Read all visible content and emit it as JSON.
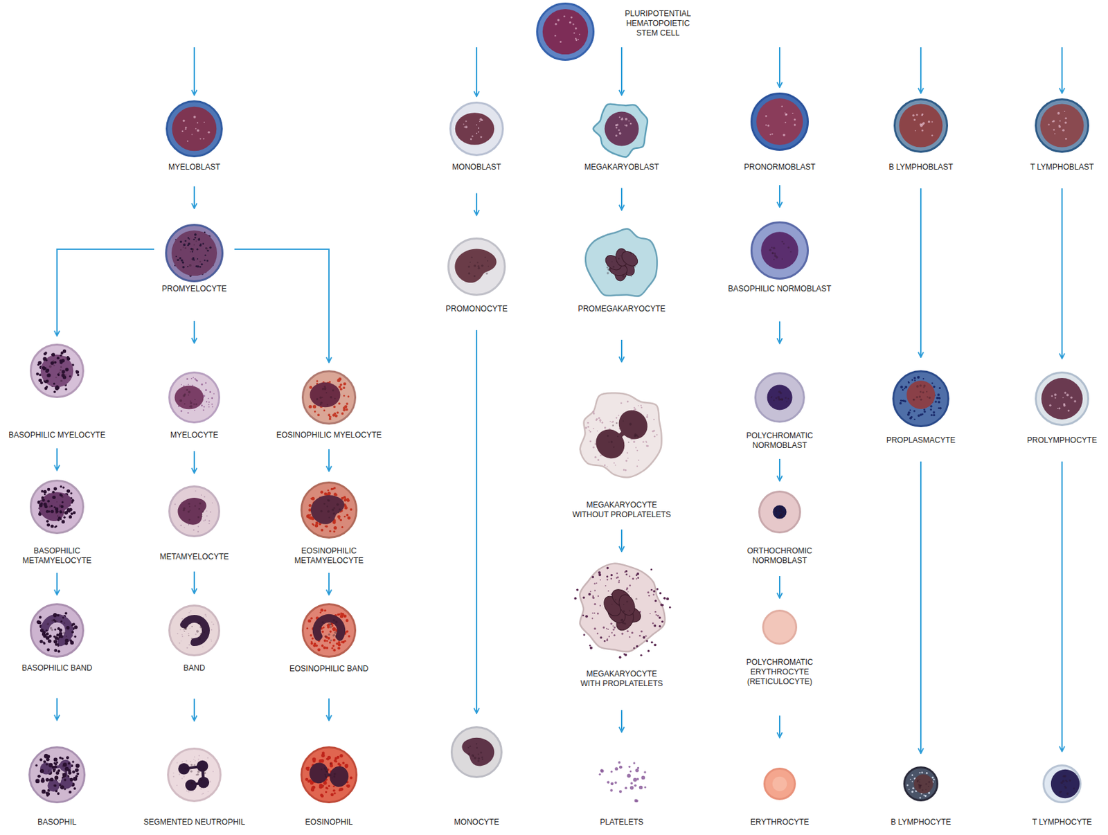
{
  "diagram": {
    "nodes": [
      {
        "text": [
          "PLURIPOTENTIAL HEMATOPOIETIC STEM CELL"
        ]
      },
      {
        "text": [
          "MYELOBLAST"
        ]
      },
      {
        "text": [
          "MONOBLAST"
        ]
      },
      {
        "text": [
          "MEGAKARYOBLAST"
        ]
      },
      {
        "text": [
          "PRONORMOBLAST"
        ]
      },
      {
        "text": [
          "B LYMPHOBLAST"
        ]
      },
      {
        "text": [
          "T LYMPHOBLAST"
        ]
      },
      {
        "text": [
          "PROMYELOCYTE"
        ]
      },
      {
        "text": [
          "PROMONOCYTE"
        ]
      },
      {
        "text": [
          "PROMEGAKARYOCYTE"
        ]
      },
      {
        "text": [
          "BASOPHILIC NORMOBLAST"
        ]
      },
      {
        "text": [
          "BASOPHILIC MYELOCYTE"
        ]
      },
      {
        "text": [
          "MYELOCYTE"
        ]
      },
      {
        "text": [
          "EOSINOPHILIC MYELOCYTE"
        ]
      },
      {
        "text": [
          "MEGAKARYOCYTE WITHOUT PROPLATELETS"
        ]
      },
      {
        "text": [
          "POLYCHROMATIC NORMOBLAST"
        ]
      },
      {
        "text": [
          "PROPLASMACYTE"
        ]
      },
      {
        "text": [
          "PROLYMPHOCYTE"
        ]
      },
      {
        "text": [
          "BASOPHILIC METAMYELOCYTE"
        ]
      },
      {
        "text": [
          "METAMYELOCYTE"
        ]
      },
      {
        "text": [
          "EOSINOPHILIC METAMYELOCYTE"
        ]
      },
      {
        "text": [
          "ORTHOCHROMIC NORMOBLAST"
        ]
      },
      {
        "text": [
          "BASOPHILIC BAND"
        ]
      },
      {
        "text": [
          "BAND"
        ]
      },
      {
        "text": [
          "EOSINOPHILIC BAND"
        ]
      },
      {
        "text": [
          "MEGAKARYOCYTE WITH PROPLATELETS"
        ]
      },
      {
        "text": [
          "POLYCHROMATIC ERYTHROCYTE (RETICULOCYTE)"
        ]
      },
      {
        "text": [
          "BASOPHIL"
        ]
      },
      {
        "text": [
          "SEGMENTED NEUTROPHIL"
        ]
      },
      {
        "text": [
          "EOSINOPHIL"
        ]
      },
      {
        "text": [
          "MONOCYTE"
        ]
      },
      {
        "text": [
          "PLATELETS"
        ]
      },
      {
        "text": [
          "ERYTHROCYTE"
        ]
      },
      {
        "text": [
          "B LYMPHOCYTE"
        ]
      },
      {
        "text": [
          "T LYMPHOCYTE"
        ]
      }
    ],
    "edges": [
      {
        "from": 0,
        "to": 1,
        "arrow": "to"
      },
      {
        "from": 0,
        "to": 2,
        "arrow": "to"
      },
      {
        "from": 0,
        "to": 3,
        "arrow": "to"
      },
      {
        "from": 0,
        "to": 4,
        "arrow": "to"
      },
      {
        "from": 0,
        "to": 5,
        "arrow": "to"
      },
      {
        "from": 0,
        "to": 6,
        "arrow": "to"
      },
      {
        "from": 1,
        "to": 7,
        "arrow": "to"
      },
      {
        "from": 7,
        "to": 11,
        "arrow": "to"
      },
      {
        "from": 7,
        "to": 12,
        "arrow": "to"
      },
      {
        "from": 7,
        "to": 13,
        "arrow": "to"
      },
      {
        "from": 11,
        "to": 18,
        "arrow": "to"
      },
      {
        "from": 18,
        "to": 22,
        "arrow": "to"
      },
      {
        "from": 22,
        "to": 27,
        "arrow": "to"
      },
      {
        "from": 12,
        "to": 19,
        "arrow": "to"
      },
      {
        "from": 19,
        "to": 23,
        "arrow": "to"
      },
      {
        "from": 23,
        "to": 28,
        "arrow": "to"
      },
      {
        "from": 13,
        "to": 20,
        "arrow": "to"
      },
      {
        "from": 20,
        "to": 24,
        "arrow": "to"
      },
      {
        "from": 24,
        "to": 29,
        "arrow": "to"
      },
      {
        "from": 2,
        "to": 8,
        "arrow": "to"
      },
      {
        "from": 8,
        "to": 30,
        "arrow": "to"
      },
      {
        "from": 3,
        "to": 9,
        "arrow": "to"
      },
      {
        "from": 9,
        "to": 14,
        "arrow": "to"
      },
      {
        "from": 14,
        "to": 25,
        "arrow": "to"
      },
      {
        "from": 25,
        "to": 31,
        "arrow": "to"
      },
      {
        "from": 4,
        "to": 10,
        "arrow": "to"
      },
      {
        "from": 10,
        "to": 15,
        "arrow": "to"
      },
      {
        "from": 15,
        "to": 21,
        "arrow": "to"
      },
      {
        "from": 21,
        "to": 26,
        "arrow": "to"
      },
      {
        "from": 26,
        "to": 32,
        "arrow": "to"
      },
      {
        "from": 5,
        "to": 16,
        "arrow": "to"
      },
      {
        "from": 16,
        "to": 33,
        "arrow": "to"
      },
      {
        "from": 6,
        "to": 17,
        "arrow": "to"
      },
      {
        "from": 17,
        "to": 34,
        "arrow": "to"
      }
    ]
  }
}
